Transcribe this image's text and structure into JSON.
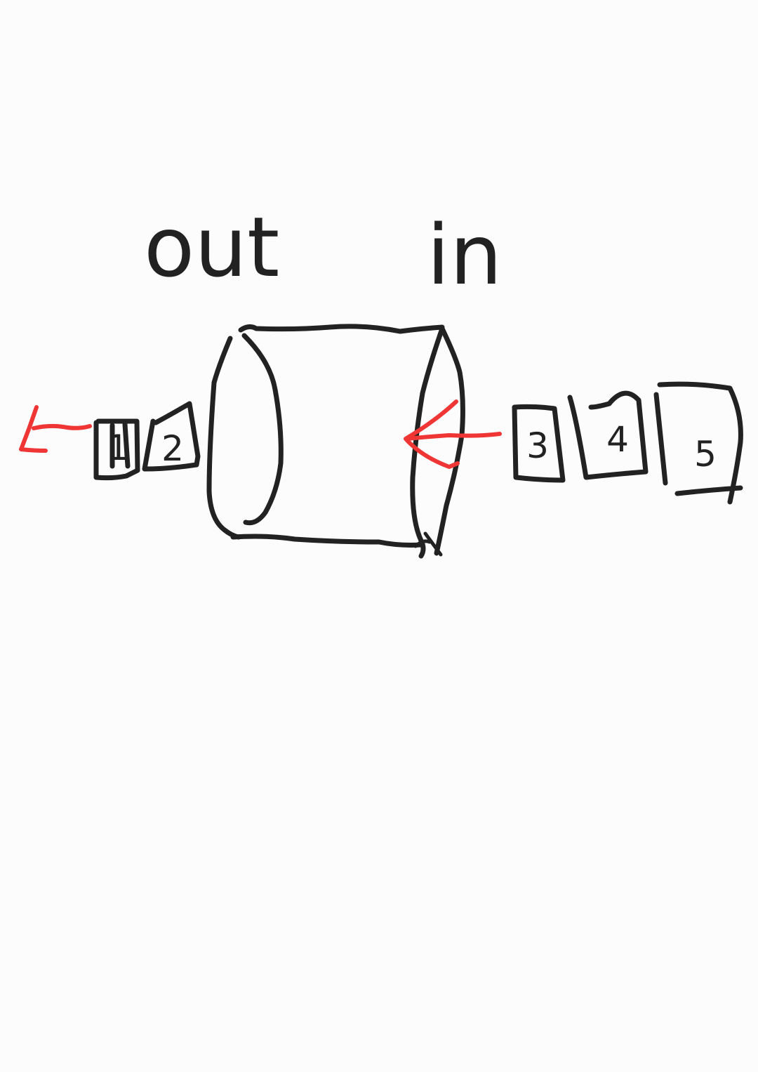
{
  "labels": {
    "out": "out",
    "in": "in"
  },
  "queue_items": [
    {
      "label": "1",
      "side": "out"
    },
    {
      "label": "2",
      "side": "out"
    },
    {
      "label": "3",
      "side": "in"
    },
    {
      "label": "4",
      "side": "in"
    },
    {
      "label": "5",
      "side": "in"
    }
  ],
  "colors": {
    "ink": "#222222",
    "arrow": "#f03535",
    "paper": "#fcfcfc"
  }
}
